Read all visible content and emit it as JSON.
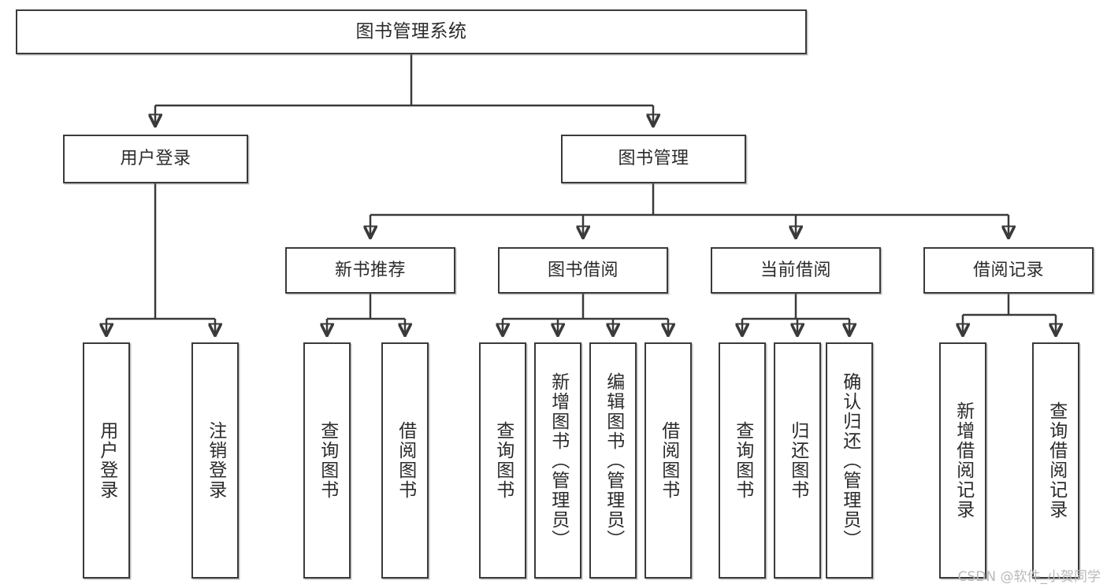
{
  "diagram": {
    "type": "tree-hierarchy-chart",
    "title": "图书管理系统",
    "stroke_color": "#3a3a3a",
    "background_color": "#ffffff",
    "root": {
      "label": "图书管理系统",
      "level": 1
    },
    "level2": [
      {
        "label": "用户登录"
      },
      {
        "label": "图书管理"
      }
    ],
    "level3": [
      {
        "label": "新书推荐"
      },
      {
        "label": "图书借阅"
      },
      {
        "label": "当前借阅"
      },
      {
        "label": "借阅记录"
      }
    ],
    "leaves": {
      "user_login": [
        {
          "label": "用户登录"
        },
        {
          "label": "注销登录"
        }
      ],
      "new_book_recommend": [
        {
          "label": "查询图书"
        },
        {
          "label": "借阅图书"
        }
      ],
      "book_borrow": [
        {
          "label": "查询图书"
        },
        {
          "label": "新增图书（管理员）"
        },
        {
          "label": "编辑图书（管理员）"
        },
        {
          "label": "借阅图书"
        }
      ],
      "current_borrow": [
        {
          "label": "查询图书"
        },
        {
          "label": "归还图书"
        },
        {
          "label": "确认归还（管理员）"
        }
      ],
      "borrow_record": [
        {
          "label": "新增借阅记录"
        },
        {
          "label": "查询借阅记录"
        }
      ]
    }
  },
  "watermark": {
    "text": "CSDN @软件_小贺同学"
  }
}
